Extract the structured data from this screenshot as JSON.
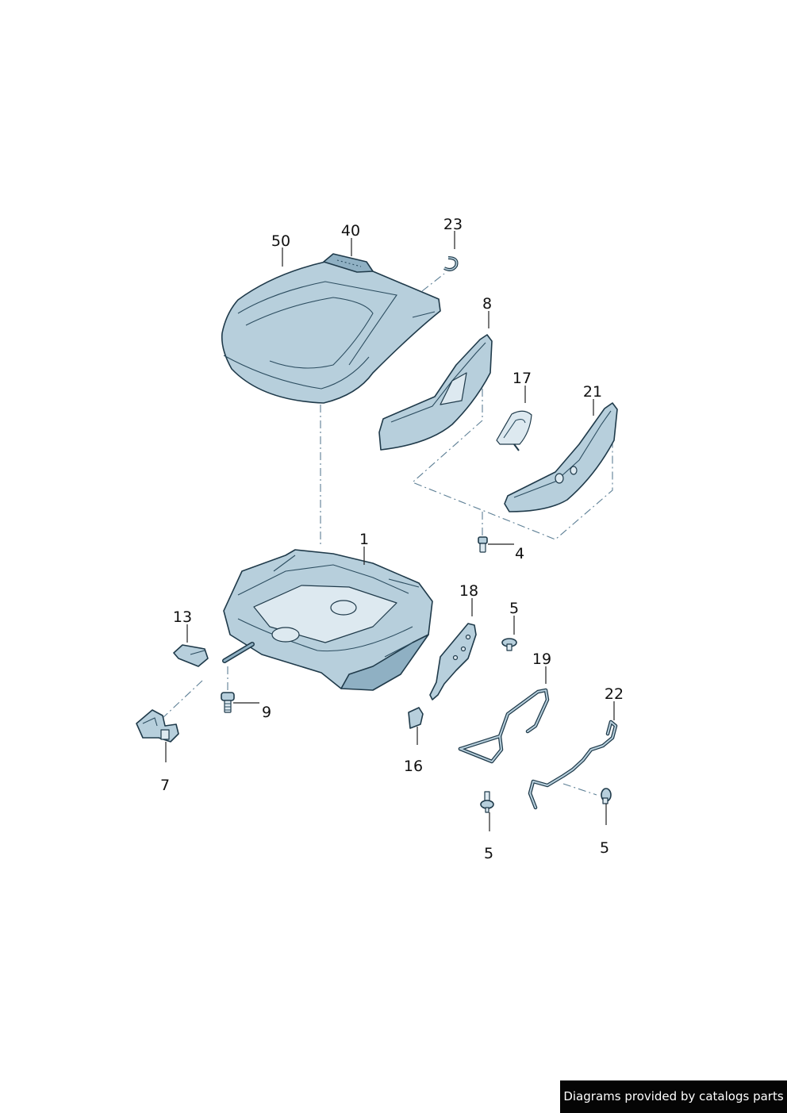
{
  "callouts": {
    "c50": "50",
    "c40": "40",
    "c23": "23",
    "c8": "8",
    "c17": "17",
    "c21": "21",
    "c1": "1",
    "c4": "4",
    "c18": "18",
    "c5a": "5",
    "c19": "19",
    "c13": "13",
    "c9": "9",
    "c22": "22",
    "c16": "16",
    "c7": "7",
    "c5b": "5",
    "c5c": "5"
  },
  "footer": {
    "credit": "Diagrams provided by catalogs parts"
  },
  "colors": {
    "part_fill": "#b7cfdc",
    "part_outline": "#1f3a4a",
    "credit_bg": "#050505"
  }
}
